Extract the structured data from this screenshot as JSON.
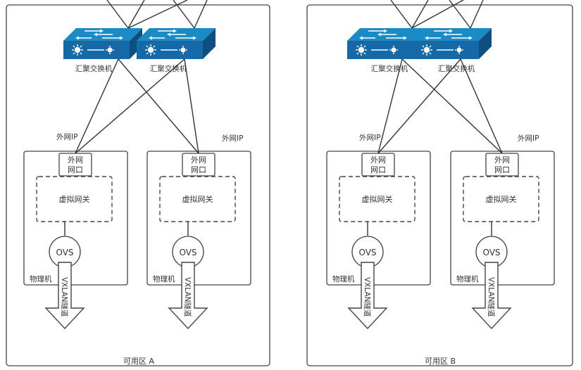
{
  "zones": [
    {
      "label": "可用区 A",
      "switches": [
        "汇聚交换机",
        "汇聚交换机"
      ],
      "hosts": [
        {
          "external_ip": "外网IP",
          "nic": [
            "外网",
            "网口"
          ],
          "gateway": "虚拟网关",
          "ovs": "OVS",
          "host_label": "物理机",
          "tunnel": "VXLAN隧道"
        },
        {
          "external_ip": "外网IP",
          "nic": [
            "外网",
            "网口"
          ],
          "gateway": "虚拟网关",
          "ovs": "OVS",
          "host_label": "物理机",
          "tunnel": "VXLAN隧道"
        }
      ]
    },
    {
      "label": "可用区 B",
      "switches": [
        "汇聚交换机",
        "汇聚交换机"
      ],
      "hosts": [
        {
          "external_ip": "外网IP",
          "nic": [
            "外网",
            "网口"
          ],
          "gateway": "虚拟网关",
          "ovs": "OVS",
          "host_label": "物理机",
          "tunnel": "VXLAN隧道"
        },
        {
          "external_ip": "外网IP",
          "nic": [
            "外网",
            "网口"
          ],
          "gateway": "虚拟网关",
          "ovs": "OVS",
          "host_label": "物理机",
          "tunnel": "VXLAN隧道"
        }
      ]
    }
  ],
  "colors": {
    "switch_top": "#1a8bc4",
    "switch_front": "#1569a6",
    "switch_side": "#0e4f82",
    "line": "#333333"
  },
  "icons": [
    "switch-icon"
  ]
}
